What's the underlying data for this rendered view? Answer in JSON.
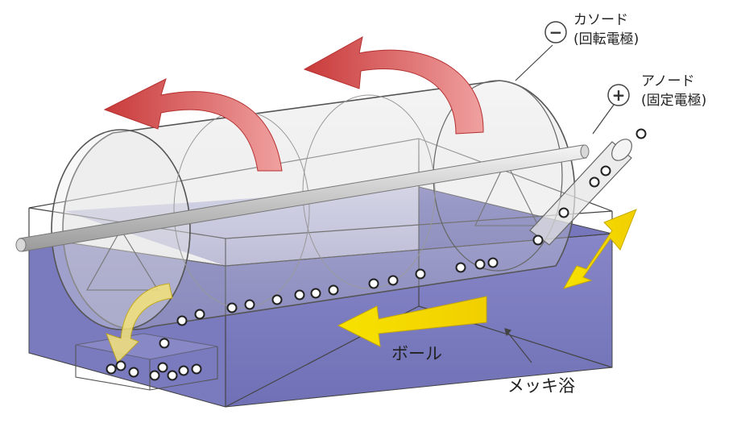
{
  "labels": {
    "cathode": "カソード",
    "cathode_sub": "(回転電極)",
    "anode": "アノード",
    "anode_sub": "(固定電極)",
    "balls": "ボール",
    "bath": "メッキ浴"
  },
  "symbols": {
    "cathode": "−",
    "anode": "+"
  },
  "colors": {
    "bath": "#8a8ac8",
    "bath_dark": "#6f6fb4",
    "drum_edge": "#555555",
    "rotation_arrow": "#d94a4a",
    "flow_arrow": "#f4dc00",
    "ball": "#ffffff"
  }
}
